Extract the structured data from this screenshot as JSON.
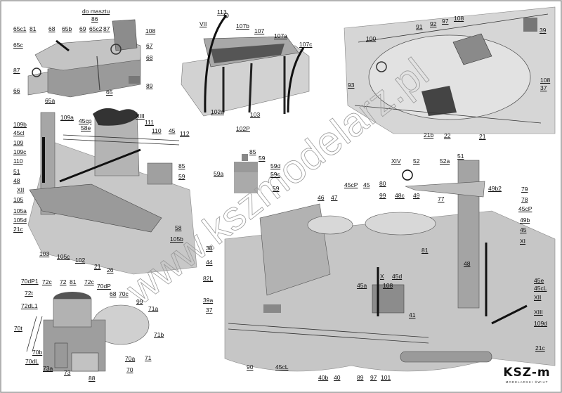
{
  "sheet": {
    "watermark": "www.kszmodelarz.pl",
    "logo": {
      "main": "KSZ-m",
      "sub": "MODELARSKI ŚWIAT"
    },
    "panels": {
      "superstructure_aft": [
        "do masztu",
        "86",
        "65c1",
        "81",
        "68",
        "65b",
        "69",
        "65c2",
        "87",
        "108",
        "65c",
        "67",
        "68",
        "87",
        "66",
        "89",
        "65",
        "65a"
      ],
      "boat": [
        "VII",
        "113",
        "107b",
        "107",
        "107a",
        "107c",
        "102a",
        "103",
        "102P"
      ],
      "gun_deck": [
        "100",
        "91",
        "92",
        "97",
        "108",
        "39",
        "93",
        "108",
        "37",
        "21b",
        "22",
        "21"
      ],
      "funnel_area": [
        "109a",
        "45cp",
        "58e",
        "XIII",
        "111",
        "110",
        "45",
        "112",
        "109b",
        "45cl",
        "109",
        "109c",
        "110",
        "51",
        "48",
        "XII",
        "105",
        "85",
        "59",
        "105a",
        "105d",
        "21c",
        "58",
        "105b",
        "103",
        "105c",
        "102",
        "21",
        "26"
      ],
      "vent_detail": [
        "85",
        "59",
        "59d",
        "59a",
        "59c",
        "59"
      ],
      "searchlight_platform": [
        "70dP1",
        "72c",
        "72",
        "81",
        "72c",
        "70dP",
        "72t",
        "68",
        "70c",
        "99",
        "72dL1",
        "71a",
        "70t",
        "71b",
        "70b",
        "70dL",
        "70a",
        "71",
        "73a",
        "70",
        "73",
        "88"
      ],
      "main_assembly": [
        "XIV",
        "52",
        "52a",
        "51",
        "45cP",
        "45",
        "80",
        "46",
        "47",
        "99",
        "48c",
        "49",
        "77",
        "49b2",
        "79",
        "78",
        "45cP",
        "49b",
        "45",
        "XI",
        "81",
        "48",
        "38",
        "44",
        "82L",
        "39a",
        "37",
        "X",
        "45d",
        "45a",
        "108",
        "45e",
        "45cL",
        "XII",
        "XIII",
        "109d",
        "41",
        "21c",
        "90",
        "45cL",
        "40b",
        "40",
        "89",
        "97",
        "101"
      ]
    }
  }
}
